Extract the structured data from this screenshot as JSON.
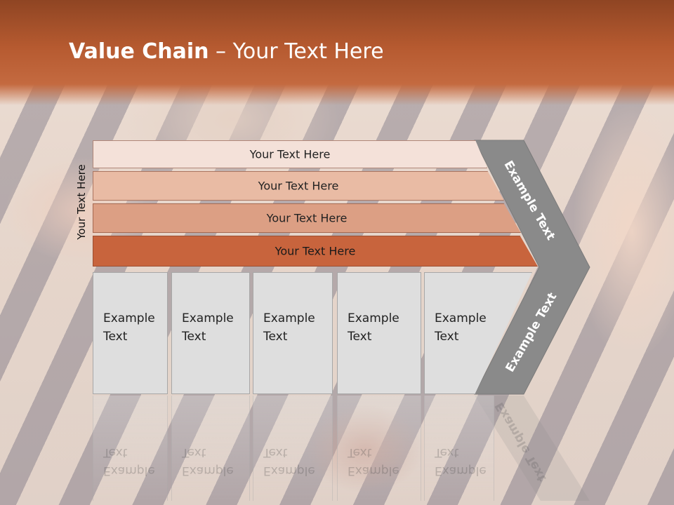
{
  "title": {
    "bold": "Value Chain",
    "rest": " – Your Text Here"
  },
  "side_label": "Your Text Here",
  "bands": [
    {
      "label": "Your Text Here",
      "color": "#f4e1d9"
    },
    {
      "label": "Your Text Here",
      "color": "#e9bba4"
    },
    {
      "label": "Your Text Here",
      "color": "#dc9f84"
    },
    {
      "label": "Your Text Here",
      "color": "#c8643d"
    }
  ],
  "chevron": {
    "label_top": "Example Text",
    "label_bottom": "Example Text",
    "color": "#8a8a8a"
  },
  "boxes": [
    {
      "label": "Example\nText"
    },
    {
      "label": "Example\nText"
    },
    {
      "label": "Example\nText"
    },
    {
      "label": "Example\nText"
    },
    {
      "label": "Example\nText"
    }
  ],
  "colors": {
    "header": "#b65a30",
    "box_fill": "#dedede"
  }
}
